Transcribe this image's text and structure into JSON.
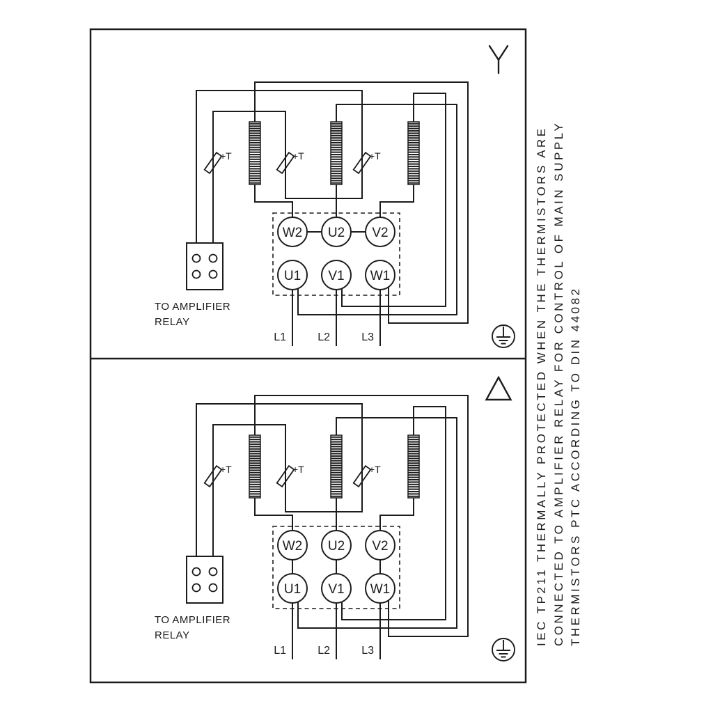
{
  "terminals": {
    "top": [
      "W2",
      "U2",
      "V2"
    ],
    "bottom": [
      "U1",
      "V1",
      "W1"
    ]
  },
  "supply": [
    "L1",
    "L2",
    "L3"
  ],
  "thermistor_label": "+T",
  "relay_caption": [
    "TO AMPLIFIER",
    "RELAY"
  ],
  "note_lines": [
    "IEC TP211 THERMALLY PROTECTED WHEN THE THERMISTORS ARE",
    "CONNECTED TO AMPLIFIER RELAY FOR CONTROL OF MAIN SUPPLY",
    "THERMISTORS PTC ACCORDING TO DIN 44082"
  ],
  "colors": {
    "line": "#1c1c1c",
    "background": "#ffffff"
  }
}
